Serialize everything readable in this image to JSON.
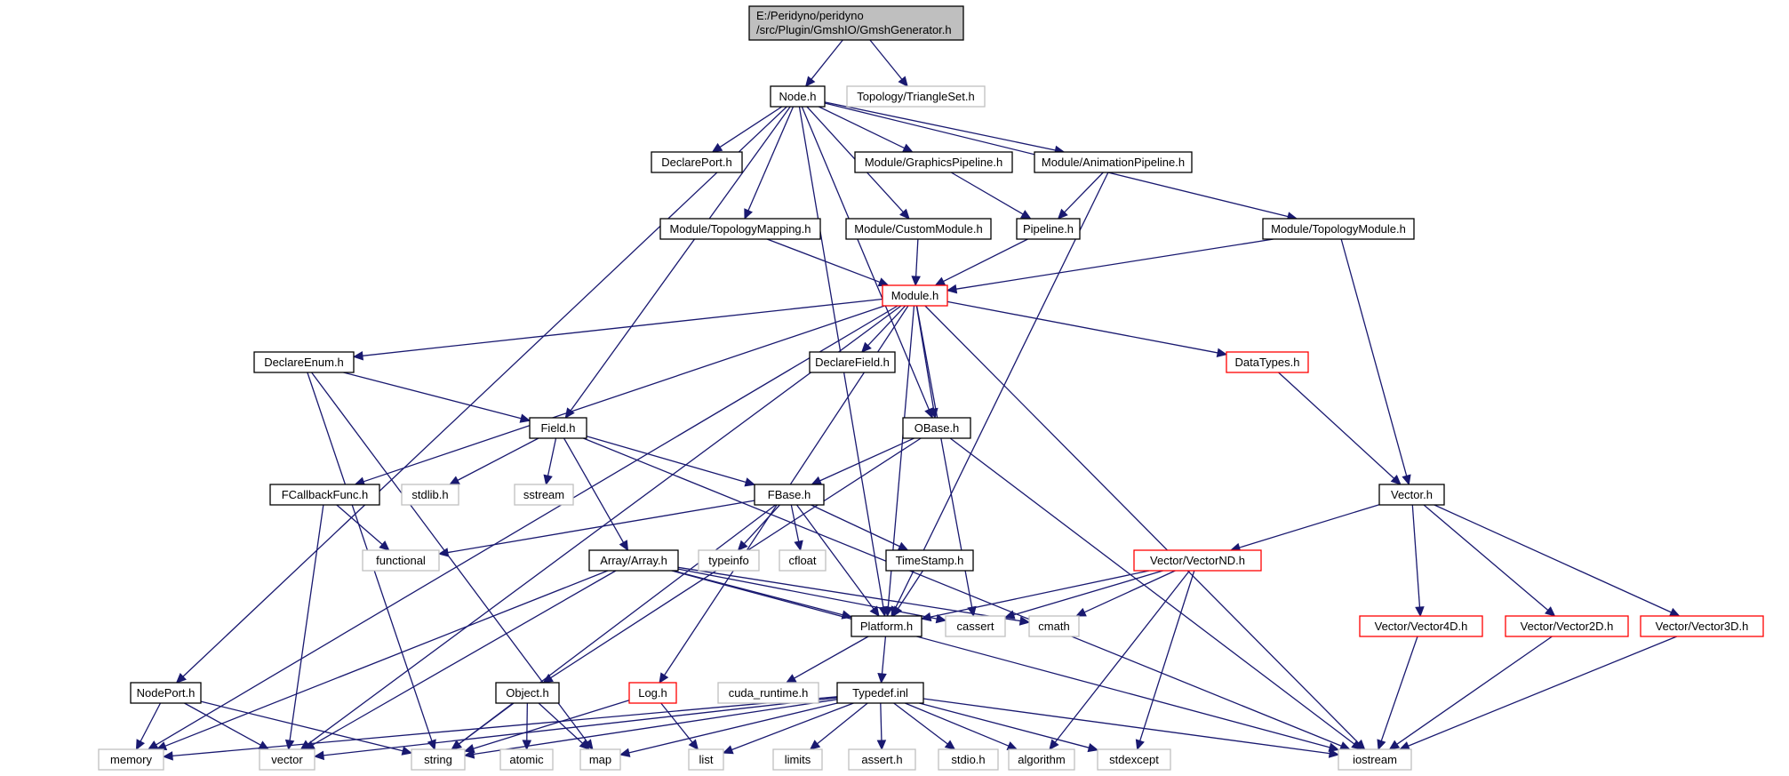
{
  "diagram": {
    "type": "include-dependency-graph",
    "colors": {
      "edge": "#191970",
      "root_fill": "#bfbfbf",
      "node_border": "#000000",
      "missing_border": "#bfbfbf",
      "truncated_border": "#ff0000",
      "text": "#000000"
    },
    "nodes": [
      {
        "id": "root",
        "lines": [
          "E:/Peridyno/peridyno",
          "/src/Plugin/GmshIO/GmshGenerator.h"
        ],
        "style": "root"
      },
      {
        "id": "node_h",
        "lines": [
          "Node.h"
        ],
        "style": "normal"
      },
      {
        "id": "triangleset",
        "lines": [
          "Topology/TriangleSet.h"
        ],
        "style": "missing"
      },
      {
        "id": "declareport",
        "lines": [
          "DeclarePort.h"
        ],
        "style": "normal"
      },
      {
        "id": "graphicspipeline",
        "lines": [
          "Module/GraphicsPipeline.h"
        ],
        "style": "normal"
      },
      {
        "id": "animationpipeline",
        "lines": [
          "Module/AnimationPipeline.h"
        ],
        "style": "normal"
      },
      {
        "id": "topologymapping",
        "lines": [
          "Module/TopologyMapping.h"
        ],
        "style": "normal"
      },
      {
        "id": "custommodule",
        "lines": [
          "Module/CustomModule.h"
        ],
        "style": "normal"
      },
      {
        "id": "pipeline",
        "lines": [
          "Pipeline.h"
        ],
        "style": "normal"
      },
      {
        "id": "topologymodule",
        "lines": [
          "Module/TopologyModule.h"
        ],
        "style": "normal"
      },
      {
        "id": "module",
        "lines": [
          "Module.h"
        ],
        "style": "truncated"
      },
      {
        "id": "declareenum",
        "lines": [
          "DeclareEnum.h"
        ],
        "style": "normal"
      },
      {
        "id": "declarefield",
        "lines": [
          "DeclareField.h"
        ],
        "style": "normal"
      },
      {
        "id": "datatypes",
        "lines": [
          "DataTypes.h"
        ],
        "style": "truncated"
      },
      {
        "id": "field",
        "lines": [
          "Field.h"
        ],
        "style": "normal"
      },
      {
        "id": "obase",
        "lines": [
          "OBase.h"
        ],
        "style": "normal"
      },
      {
        "id": "fcallbackfunc",
        "lines": [
          "FCallbackFunc.h"
        ],
        "style": "normal"
      },
      {
        "id": "stdlib",
        "lines": [
          "stdlib.h"
        ],
        "style": "missing"
      },
      {
        "id": "sstream",
        "lines": [
          "sstream"
        ],
        "style": "missing"
      },
      {
        "id": "fbase",
        "lines": [
          "FBase.h"
        ],
        "style": "normal"
      },
      {
        "id": "vector_h",
        "lines": [
          "Vector.h"
        ],
        "style": "normal"
      },
      {
        "id": "functional",
        "lines": [
          "functional"
        ],
        "style": "missing"
      },
      {
        "id": "array",
        "lines": [
          "Array/Array.h"
        ],
        "style": "normal"
      },
      {
        "id": "typeinfo",
        "lines": [
          "typeinfo"
        ],
        "style": "missing"
      },
      {
        "id": "cfloat",
        "lines": [
          "cfloat"
        ],
        "style": "missing"
      },
      {
        "id": "timestamp",
        "lines": [
          "TimeStamp.h"
        ],
        "style": "normal"
      },
      {
        "id": "vectornd",
        "lines": [
          "Vector/VectorND.h"
        ],
        "style": "truncated"
      },
      {
        "id": "platform",
        "lines": [
          "Platform.h"
        ],
        "style": "normal"
      },
      {
        "id": "cassert",
        "lines": [
          "cassert"
        ],
        "style": "missing"
      },
      {
        "id": "cmath",
        "lines": [
          "cmath"
        ],
        "style": "missing"
      },
      {
        "id": "vector4d",
        "lines": [
          "Vector/Vector4D.h"
        ],
        "style": "truncated"
      },
      {
        "id": "vector2d",
        "lines": [
          "Vector/Vector2D.h"
        ],
        "style": "truncated"
      },
      {
        "id": "vector3d",
        "lines": [
          "Vector/Vector3D.h"
        ],
        "style": "truncated"
      },
      {
        "id": "nodeport",
        "lines": [
          "NodePort.h"
        ],
        "style": "normal"
      },
      {
        "id": "object",
        "lines": [
          "Object.h"
        ],
        "style": "normal"
      },
      {
        "id": "log",
        "lines": [
          "Log.h"
        ],
        "style": "truncated"
      },
      {
        "id": "cuda_runtime",
        "lines": [
          "cuda_runtime.h"
        ],
        "style": "missing"
      },
      {
        "id": "typedef",
        "lines": [
          "Typedef.inl"
        ],
        "style": "normal"
      },
      {
        "id": "memory",
        "lines": [
          "memory"
        ],
        "style": "missing"
      },
      {
        "id": "vector_std",
        "lines": [
          "vector"
        ],
        "style": "missing"
      },
      {
        "id": "string",
        "lines": [
          "string"
        ],
        "style": "missing"
      },
      {
        "id": "atomic",
        "lines": [
          "atomic"
        ],
        "style": "missing"
      },
      {
        "id": "map",
        "lines": [
          "map"
        ],
        "style": "missing"
      },
      {
        "id": "list",
        "lines": [
          "list"
        ],
        "style": "missing"
      },
      {
        "id": "limits",
        "lines": [
          "limits"
        ],
        "style": "missing"
      },
      {
        "id": "assert",
        "lines": [
          "assert.h"
        ],
        "style": "missing"
      },
      {
        "id": "stdio",
        "lines": [
          "stdio.h"
        ],
        "style": "missing"
      },
      {
        "id": "algorithm",
        "lines": [
          "algorithm"
        ],
        "style": "missing"
      },
      {
        "id": "stdexcept",
        "lines": [
          "stdexcept"
        ],
        "style": "missing"
      },
      {
        "id": "iostream",
        "lines": [
          "iostream"
        ],
        "style": "missing"
      }
    ],
    "edges": [
      [
        "root",
        "node_h"
      ],
      [
        "root",
        "triangleset"
      ],
      [
        "node_h",
        "declareport"
      ],
      [
        "node_h",
        "graphicspipeline"
      ],
      [
        "node_h",
        "animationpipeline"
      ],
      [
        "node_h",
        "topologymapping"
      ],
      [
        "node_h",
        "custommodule"
      ],
      [
        "node_h",
        "topologymodule"
      ],
      [
        "node_h",
        "field"
      ],
      [
        "node_h",
        "obase"
      ],
      [
        "node_h",
        "nodeport"
      ],
      [
        "node_h",
        "platform"
      ],
      [
        "graphicspipeline",
        "pipeline"
      ],
      [
        "animationpipeline",
        "pipeline"
      ],
      [
        "animationpipeline",
        "platform"
      ],
      [
        "topologymapping",
        "module"
      ],
      [
        "custommodule",
        "module"
      ],
      [
        "pipeline",
        "module"
      ],
      [
        "topologymodule",
        "module"
      ],
      [
        "topologymodule",
        "vector_h"
      ],
      [
        "module",
        "declareenum"
      ],
      [
        "module",
        "declarefield"
      ],
      [
        "module",
        "datatypes"
      ],
      [
        "module",
        "obase"
      ],
      [
        "module",
        "fcallbackfunc"
      ],
      [
        "module",
        "platform"
      ],
      [
        "module",
        "cassert"
      ],
      [
        "module",
        "iostream"
      ],
      [
        "module",
        "log"
      ],
      [
        "module",
        "memory"
      ],
      [
        "module",
        "vector_std"
      ],
      [
        "declareenum",
        "field"
      ],
      [
        "declareenum",
        "string"
      ],
      [
        "declareenum",
        "map"
      ],
      [
        "datatypes",
        "vector_h"
      ],
      [
        "field",
        "stdlib"
      ],
      [
        "field",
        "sstream"
      ],
      [
        "field",
        "fbase"
      ],
      [
        "field",
        "array"
      ],
      [
        "field",
        "iostream"
      ],
      [
        "obase",
        "fbase"
      ],
      [
        "obase",
        "object"
      ],
      [
        "obase",
        "iostream"
      ],
      [
        "fcallbackfunc",
        "functional"
      ],
      [
        "fcallbackfunc",
        "vector_std"
      ],
      [
        "fbase",
        "functional"
      ],
      [
        "fbase",
        "typeinfo"
      ],
      [
        "fbase",
        "cfloat"
      ],
      [
        "fbase",
        "timestamp"
      ],
      [
        "fbase",
        "platform"
      ],
      [
        "fbase",
        "string"
      ],
      [
        "array",
        "platform"
      ],
      [
        "array",
        "cassert"
      ],
      [
        "array",
        "cmath"
      ],
      [
        "array",
        "vector_std"
      ],
      [
        "array",
        "memory"
      ],
      [
        "array",
        "iostream"
      ],
      [
        "timestamp",
        "platform"
      ],
      [
        "vector_h",
        "vectornd"
      ],
      [
        "vector_h",
        "vector4d"
      ],
      [
        "vector_h",
        "vector2d"
      ],
      [
        "vector_h",
        "vector3d"
      ],
      [
        "vectornd",
        "platform"
      ],
      [
        "vectornd",
        "cassert"
      ],
      [
        "vectornd",
        "cmath"
      ],
      [
        "vectornd",
        "algorithm"
      ],
      [
        "vectornd",
        "stdexcept"
      ],
      [
        "vector4d",
        "iostream"
      ],
      [
        "vector2d",
        "iostream"
      ],
      [
        "vector3d",
        "iostream"
      ],
      [
        "platform",
        "cuda_runtime"
      ],
      [
        "platform",
        "typedef"
      ],
      [
        "nodeport",
        "memory"
      ],
      [
        "nodeport",
        "vector_std"
      ],
      [
        "nodeport",
        "string"
      ],
      [
        "object",
        "string"
      ],
      [
        "object",
        "atomic"
      ],
      [
        "object",
        "map"
      ],
      [
        "log",
        "string"
      ],
      [
        "log",
        "list"
      ],
      [
        "typedef",
        "memory"
      ],
      [
        "typedef",
        "vector_std"
      ],
      [
        "typedef",
        "string"
      ],
      [
        "typedef",
        "map"
      ],
      [
        "typedef",
        "list"
      ],
      [
        "typedef",
        "limits"
      ],
      [
        "typedef",
        "assert"
      ],
      [
        "typedef",
        "stdio"
      ],
      [
        "typedef",
        "algorithm"
      ],
      [
        "typedef",
        "stdexcept"
      ],
      [
        "typedef",
        "iostream"
      ]
    ]
  }
}
